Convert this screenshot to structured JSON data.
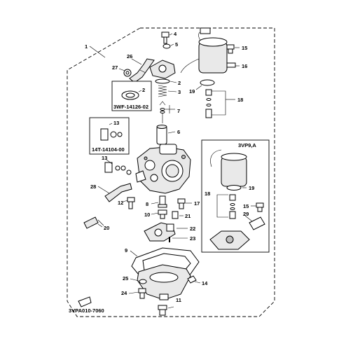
{
  "callouts": {
    "c1": "1",
    "c2": "2",
    "c3": "3",
    "c4": "4",
    "c5": "5",
    "c6": "6",
    "c7": "7",
    "c8": "8",
    "c9": "9",
    "c10": "10",
    "c11": "11",
    "c12": "12",
    "c13": "13",
    "c14": "14",
    "c15": "15",
    "c16": "16",
    "c17": "17",
    "c18": "18",
    "c19": "19",
    "c20": "20",
    "c21": "21",
    "c22": "22",
    "c23": "23",
    "c24": "24",
    "c25": "25",
    "c26": "26",
    "c27": "27",
    "c28": "28",
    "c29": "29"
  },
  "kits": {
    "kit_3wf": "3WF-14126-02",
    "kit_14t": "14T-14104-00"
  },
  "variant": {
    "label": "3VP9,A"
  },
  "footer": {
    "drawing_code": "3VPA010-7060"
  }
}
